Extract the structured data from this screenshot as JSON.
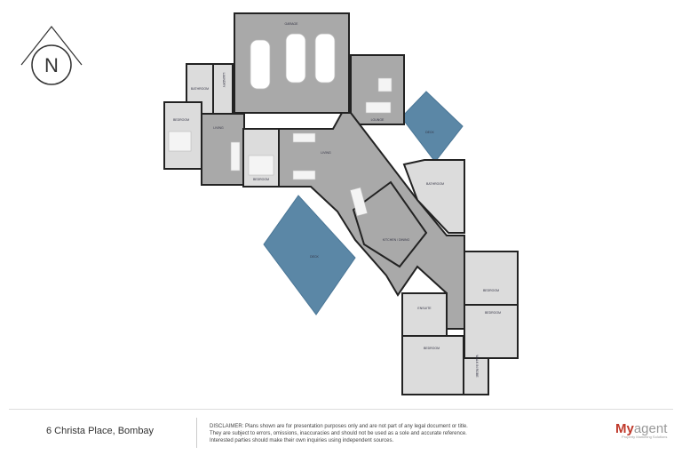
{
  "compass": {
    "label": "N"
  },
  "rooms": {
    "garage": "GARAGE",
    "lounge": "LOUNGE",
    "bathroom_1": "BATHROOM",
    "laundry": "LAUNDRY",
    "bedroom_1": "BEDROOM",
    "living_1": "LIVING",
    "bedroom_2": "BEDROOM",
    "living_2": "LIVING",
    "deck_1": "DECK",
    "bathroom_2": "BATHROOM",
    "kitchen_dining": "KITCHEN / DINING",
    "deck_2": "DECK",
    "ensuite": "ENSUITE",
    "bedroom_3": "BEDROOM",
    "bedroom_4": "BEDROOM",
    "bedroom_5": "BEDROOM",
    "wir": "WALK IN ROBE"
  },
  "colors": {
    "floor": "#a9a9a9",
    "wet_area": "#dcdcdc",
    "deck": "#5b87a6",
    "brand": "#c0392b"
  },
  "footer": {
    "address": "6 Christa Place, Bombay",
    "disclaimer": [
      "DISCLAIMER: Plans shown are for presentation purposes only and are not part of any legal document or title.",
      "They are subject to errors, omissions, inaccuracies and should not be used as a sole and accurate reference.",
      "Interested parties should make their own inquiries using independent sources."
    ],
    "logo_bold": "My",
    "logo_rest": "agent",
    "logo_tagline": "Property Marketing Solutions"
  }
}
